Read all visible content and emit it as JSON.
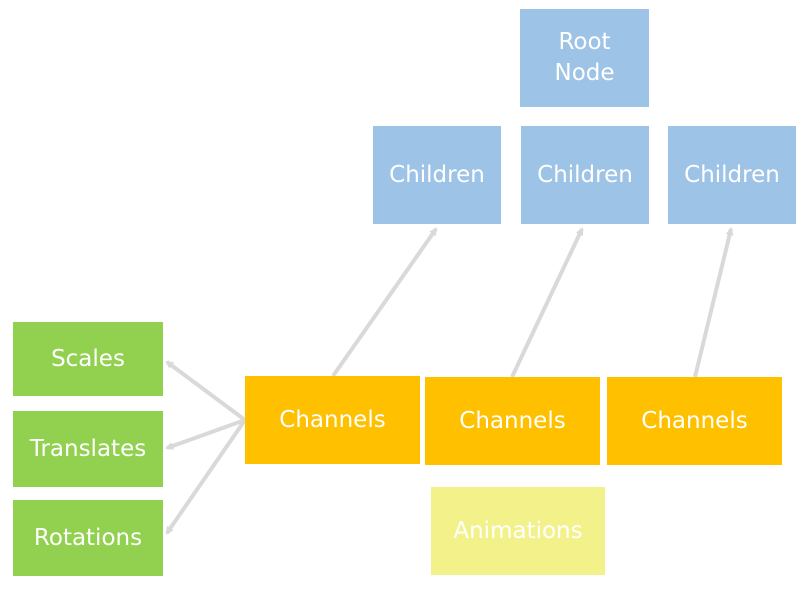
{
  "nodes": {
    "root": "Root\nNode",
    "children": [
      "Children",
      "Children",
      "Children"
    ],
    "channels": [
      "Channels",
      "Channels",
      "Channels"
    ],
    "transforms": [
      "Scales",
      "Translates",
      "Rotations"
    ],
    "animations": "Animations"
  },
  "colors": {
    "node_blue": "#9dc3e6",
    "channel_orange": "#ffc000",
    "transform_green": "#92d050",
    "animation_yellow": "#f3f18a",
    "arrow_gray": "#d9d9d9"
  }
}
